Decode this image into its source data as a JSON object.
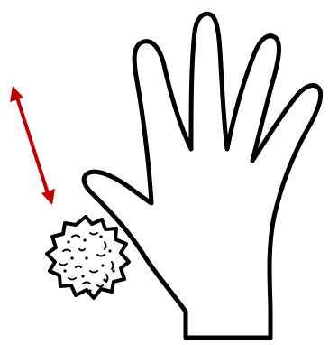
{
  "illustration": {
    "figures": [
      {
        "name": "hand",
        "icon": "open-hand-outline",
        "fill": "#ffffff",
        "stroke": "#000000"
      },
      {
        "name": "particle",
        "icon": "fuzzy-spiky-particle",
        "fill": "#ffffff",
        "stroke": "#000000"
      },
      {
        "name": "arrow",
        "icon": "double-headed-arrow",
        "color": "#c00000"
      }
    ]
  }
}
